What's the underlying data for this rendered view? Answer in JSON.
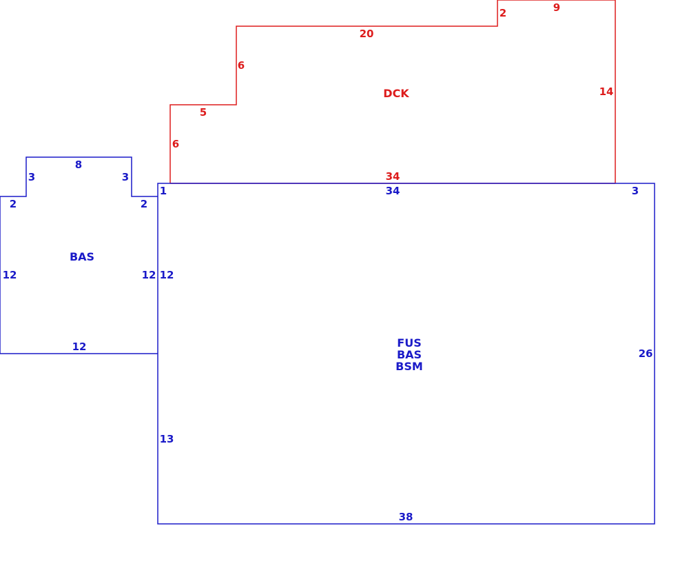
{
  "colors": {
    "deck": "#dd1c1c",
    "main": "#1a1ac8",
    "background": "#ffffff"
  },
  "deck": {
    "label": "DCK",
    "dims": {
      "left_lower": "6",
      "step_top": "5",
      "left_upper": "6",
      "top_long": "20",
      "step_up": "2",
      "top_right": "9",
      "right": "14",
      "bottom": "34"
    }
  },
  "bas_wing": {
    "label": "BAS",
    "dims": {
      "top": "8",
      "notch_left": "3",
      "notch_right": "3",
      "shoulder_left": "2",
      "shoulder_right": "2",
      "left": "12",
      "right": "12",
      "bottom": "12"
    }
  },
  "main": {
    "labels": [
      "FUS",
      "BAS",
      "BSM"
    ],
    "dims": {
      "corner_one": "1",
      "top": "34",
      "top_right": "3",
      "left_upper": "12",
      "left_lower": "13",
      "right": "26",
      "bottom": "38"
    }
  }
}
